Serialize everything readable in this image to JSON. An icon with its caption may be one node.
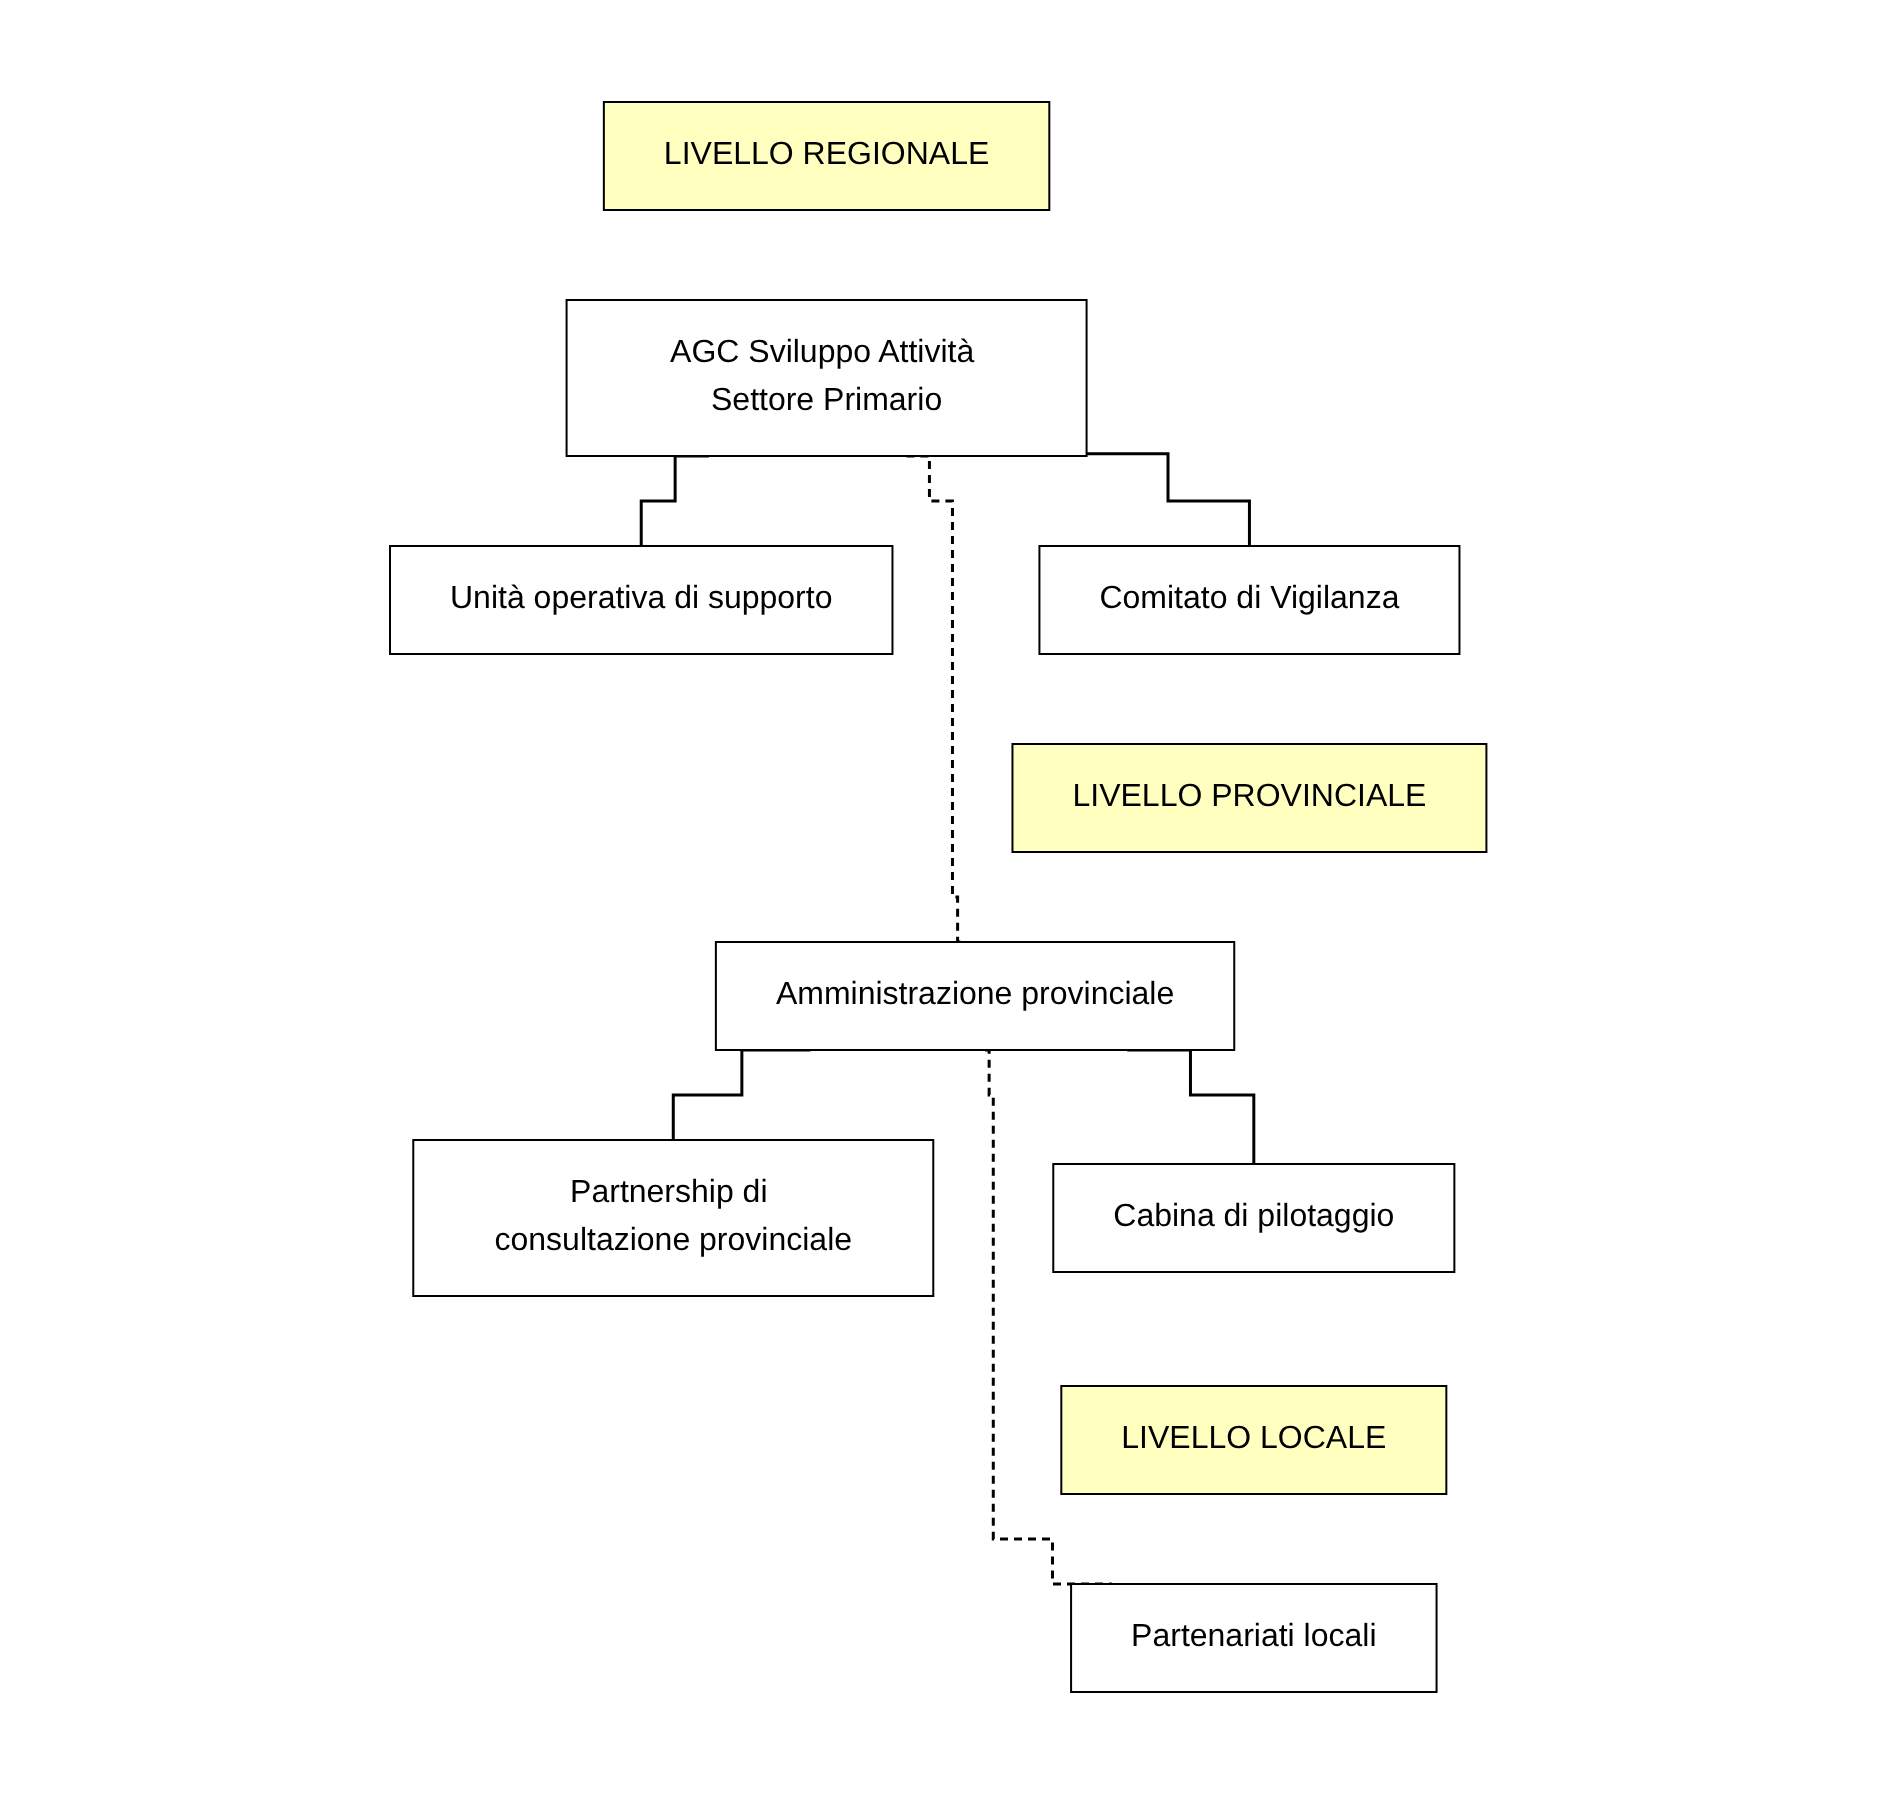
{
  "diagram": {
    "nodes": [
      {
        "text": [
          "LIVELLO REGIONALE"
        ]
      },
      {
        "text": [
          "AGC Sviluppo Attività Settore Primario"
        ]
      },
      {
        "text": [
          "Unità operativa di supporto"
        ]
      },
      {
        "text": [
          "Comitato di Vigilanza"
        ]
      },
      {
        "text": [
          "LIVELLO PROVINCIALE"
        ]
      },
      {
        "text": [
          "Amministrazione provinciale"
        ]
      },
      {
        "text": [
          "Partnership di consultazione provinciale"
        ]
      },
      {
        "text": [
          "Cabina di pilotaggio"
        ]
      },
      {
        "text": [
          "LIVELLO LOCALE"
        ]
      },
      {
        "text": [
          "Partenariati locali"
        ]
      }
    ],
    "edges": [
      {
        "from": 1,
        "to": 2,
        "arrow": "none"
      },
      {
        "from": 1,
        "to": 3,
        "arrow": "none"
      },
      {
        "from": 1,
        "to": 5,
        "arrow": "none",
        "style": "dashed"
      },
      {
        "from": 5,
        "to": 6,
        "arrow": "none"
      },
      {
        "from": 5,
        "to": 7,
        "arrow": "none"
      },
      {
        "from": 5,
        "to": 9,
        "arrow": "none",
        "style": "dashed"
      }
    ]
  }
}
